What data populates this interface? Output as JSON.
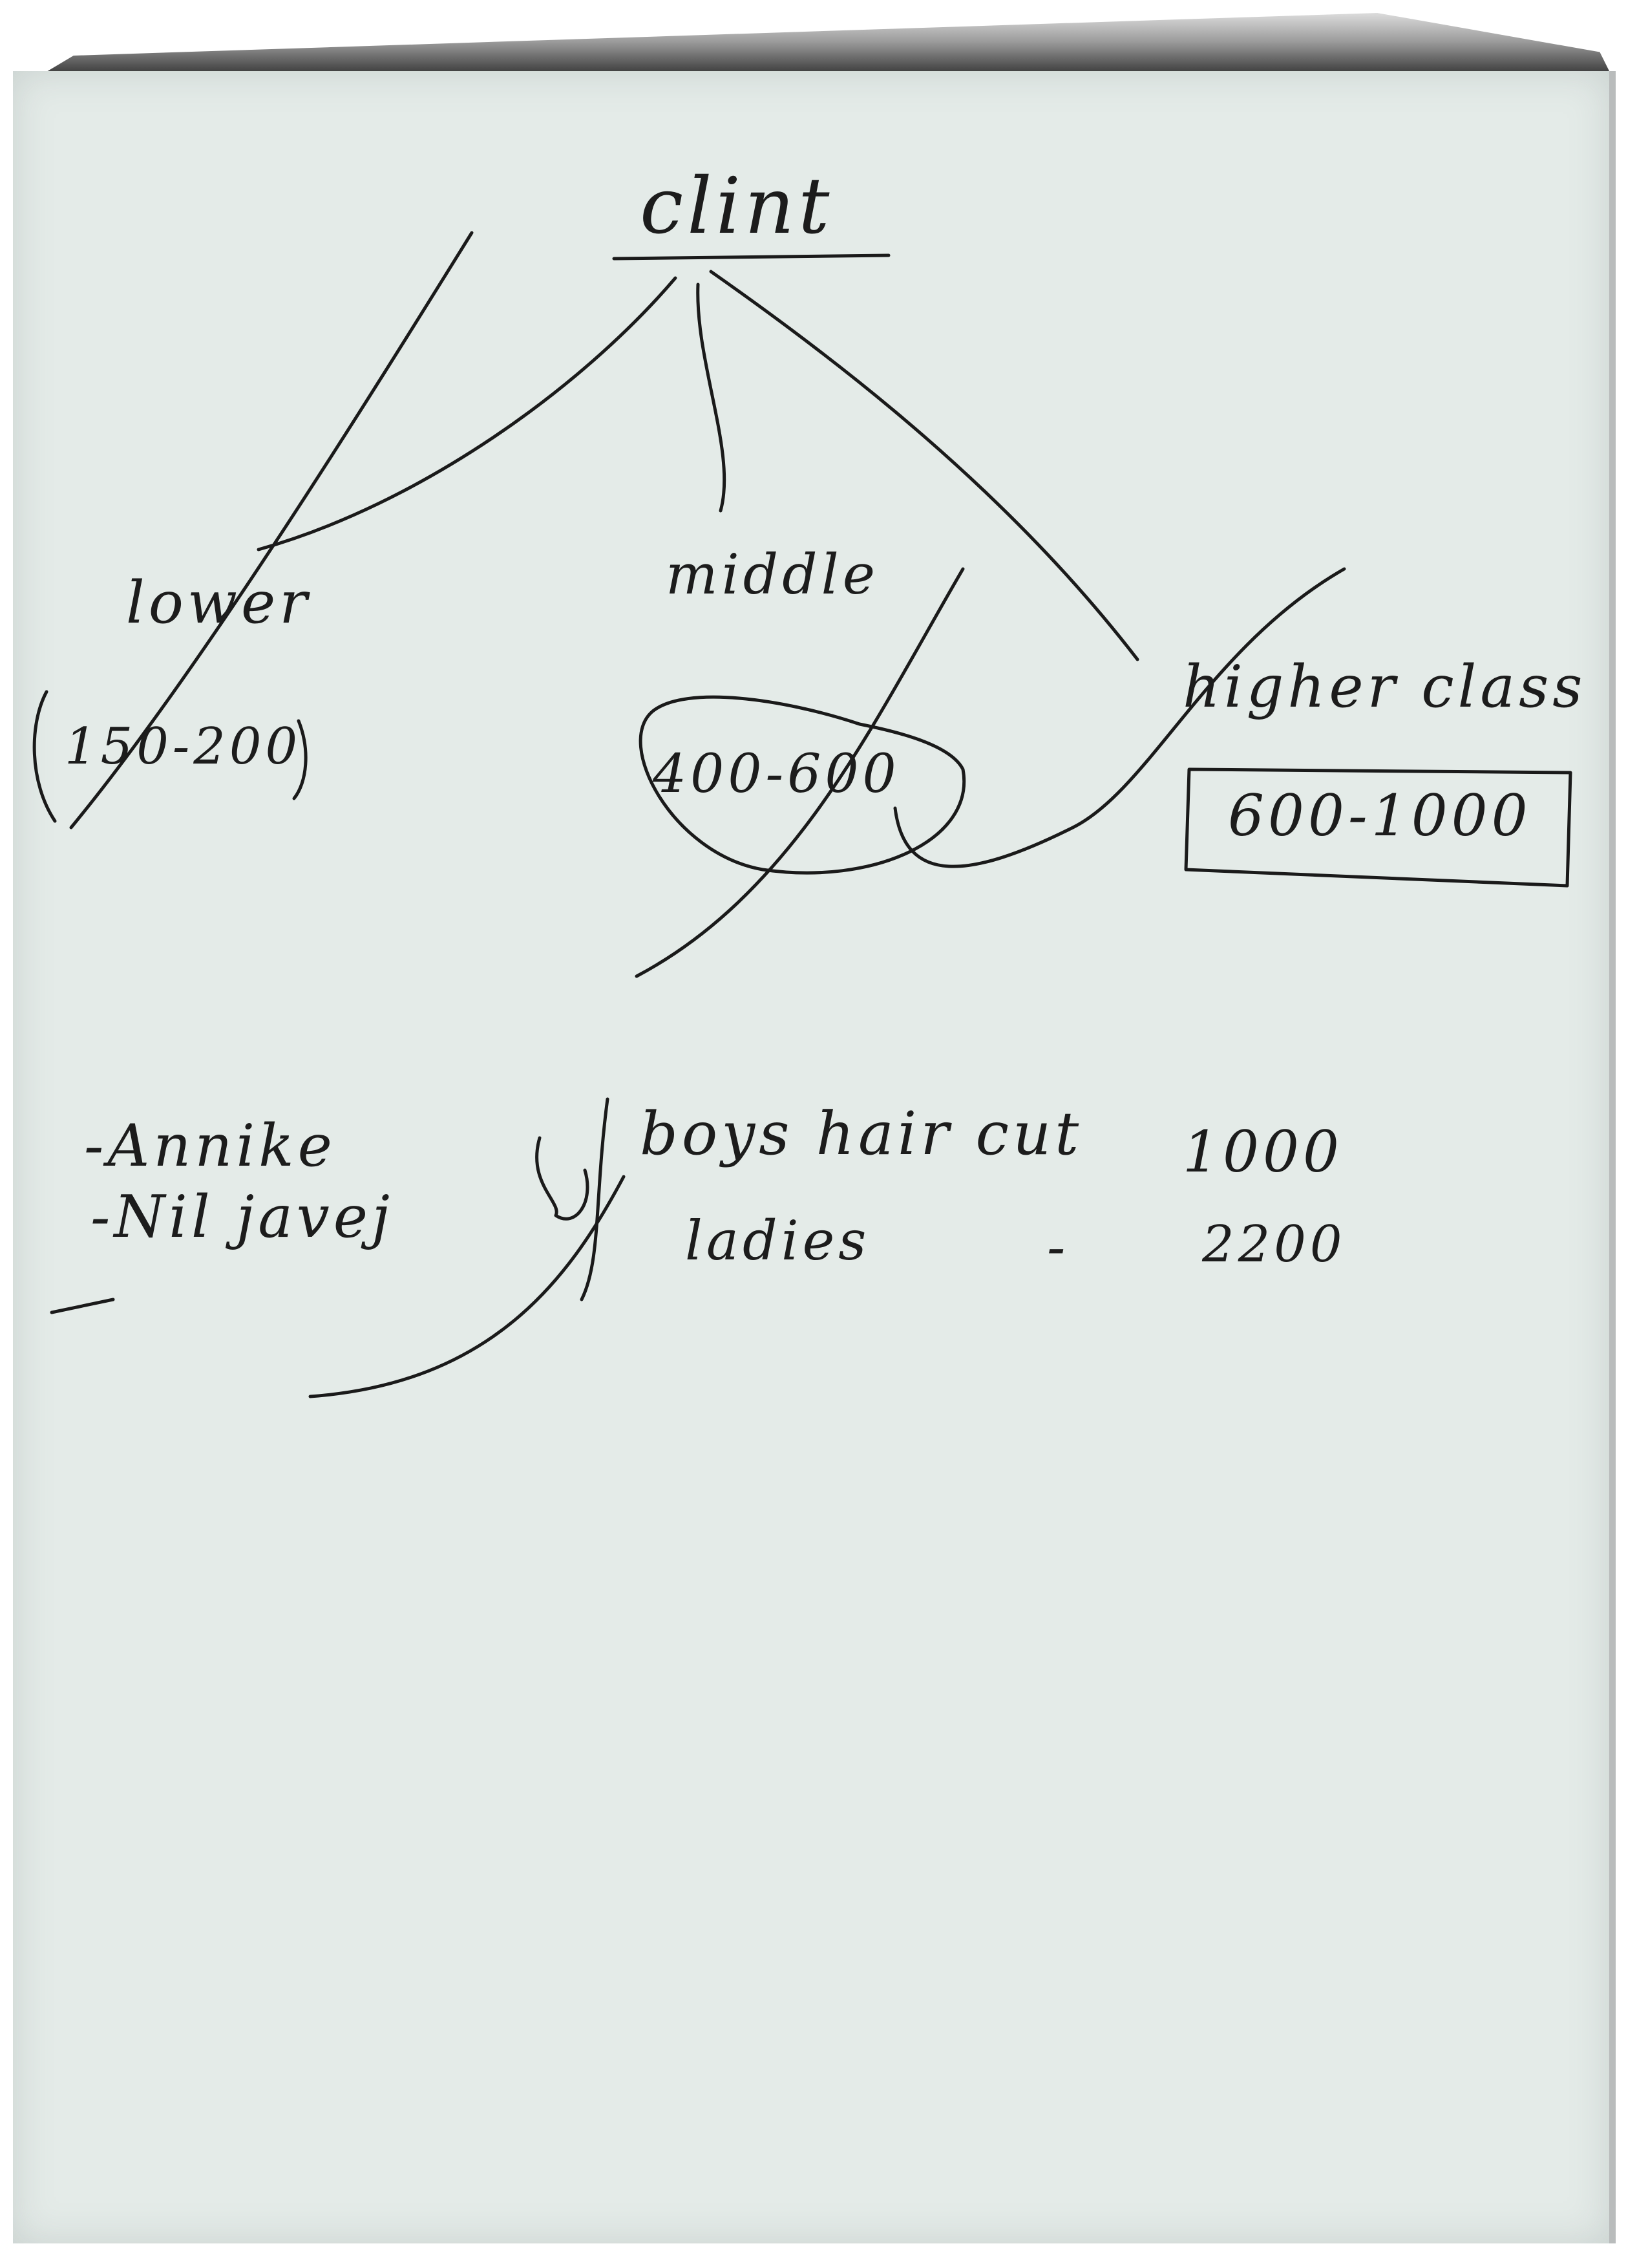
{
  "notes": {
    "root": "clint",
    "classes": [
      {
        "label": "lower",
        "range": "150-200"
      },
      {
        "label": "middle",
        "range": "400-600"
      },
      {
        "label": "higher class",
        "range": "600-1000"
      }
    ],
    "names": [
      "-Annike",
      "-Nil javej",
      "-"
    ],
    "services": [
      {
        "label": "boys hair cut",
        "price": "1000"
      },
      {
        "label": "ladies",
        "separator": "-",
        "price": "2200"
      }
    ]
  },
  "colors": {
    "paper": "#e4ebe8",
    "ink": "#1a1a1a"
  }
}
